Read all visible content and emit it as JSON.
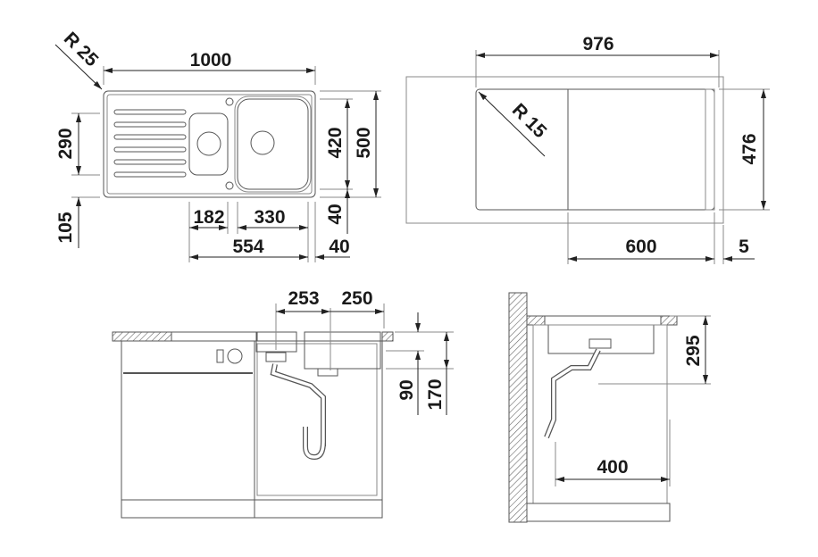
{
  "top_view": {
    "radius": "R 25",
    "width": "1000",
    "drainer_height": "290",
    "front_offset": "105",
    "bowl_depth": "420",
    "depth": "500",
    "small_bowl_width": "182",
    "large_bowl_width": "330",
    "bowls_total": "554",
    "back_margin": "40",
    "side_margin": "40"
  },
  "cutout_view": {
    "width": "976",
    "radius": "R 15",
    "depth": "476",
    "min_cabinet": "600",
    "offset": "5"
  },
  "front_view": {
    "drain_spacing_left": "253",
    "drain_spacing_right": "250",
    "bowl_depth_small": "90",
    "bowl_depth_large": "170"
  },
  "side_view": {
    "drain_height": "295",
    "wall_distance": "400"
  }
}
